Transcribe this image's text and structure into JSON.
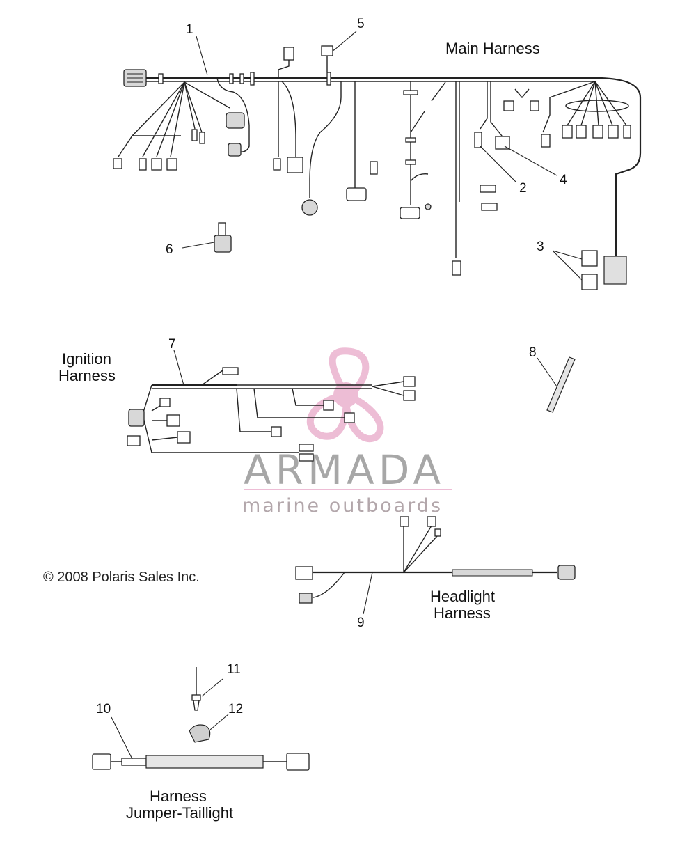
{
  "labels": {
    "main_harness": "Main Harness",
    "ignition_line1": "Ignition",
    "ignition_line2": "Harness",
    "headlight_line1": "Headlight",
    "headlight_line2": "Harness",
    "taillight_line1": "Harness",
    "taillight_line2": "Jumper-Taillight"
  },
  "copyright": "© 2008 Polaris Sales Inc.",
  "watermark": {
    "brand": "ARMADA",
    "tagline": "marine outboards",
    "accent_color": "#e8a8c8"
  },
  "callouts": [
    "1",
    "2",
    "3",
    "4",
    "5",
    "6",
    "7",
    "8",
    "9",
    "10",
    "11",
    "12"
  ]
}
